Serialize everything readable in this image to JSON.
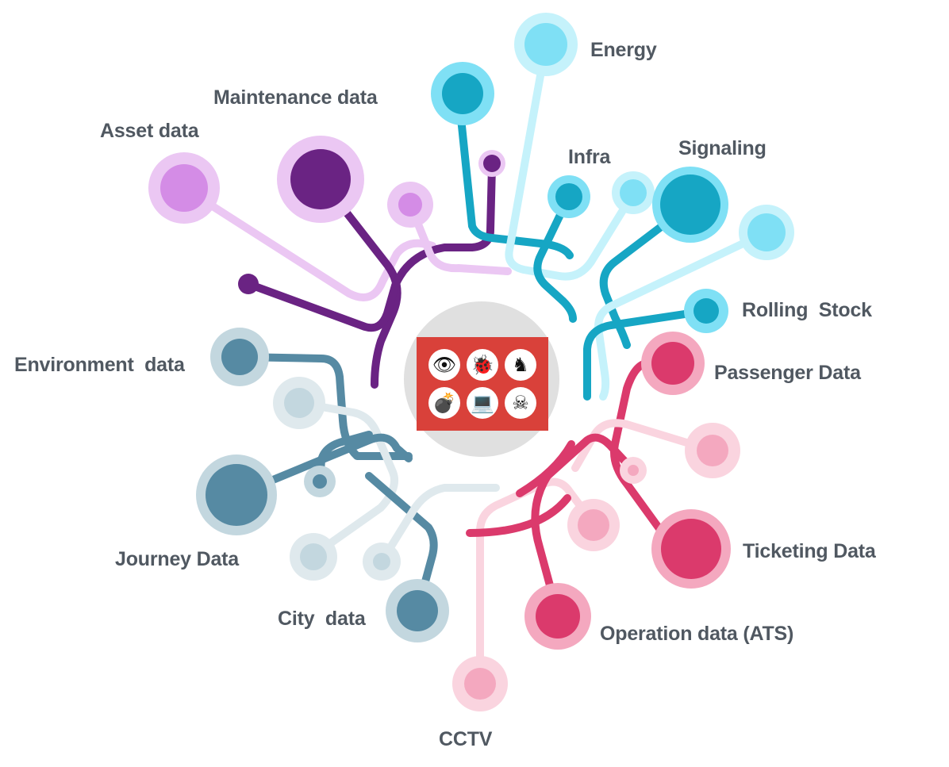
{
  "labels": {
    "energy": "Energy",
    "maintenance": "Maintenance data",
    "asset": "Asset data",
    "infra": "Infra",
    "signaling": "Signaling",
    "rolling_stock": "Rolling  Stock",
    "environment": "Environment  data",
    "passenger": "Passenger Data",
    "journey": "Journey Data",
    "ticketing": "Ticketing Data",
    "city": "City  data",
    "operation": "Operation data (ATS)",
    "cctv": "CCTV"
  },
  "threat_icons": [
    {
      "name": "spy-monitor-icon",
      "glyph": "👁"
    },
    {
      "name": "bug-icon",
      "glyph": "🐞"
    },
    {
      "name": "trojan-horse-icon",
      "glyph": "♞"
    },
    {
      "name": "bomb-icon",
      "glyph": "💣"
    },
    {
      "name": "locked-laptop-icon",
      "glyph": "💻"
    },
    {
      "name": "skull-crossbones-icon",
      "glyph": "☠"
    }
  ],
  "colors": {
    "purple_dark": "#6a2383",
    "purple_light": "#d48ce6",
    "purple_pale": "#ebc7f3",
    "cyan_dark": "#16a6c4",
    "cyan_light": "#7fe0f5",
    "cyan_pale": "#c5f2fb",
    "steel_dark": "#568aa3",
    "steel_light": "#c3d7df",
    "steel_pale": "#dfe9ed",
    "pink_dark": "#db3a6c",
    "pink_light": "#f4a8bf",
    "pink_pale": "#fad4df",
    "hub_gray": "#e0e0e0",
    "threat_red": "#d9413a"
  }
}
